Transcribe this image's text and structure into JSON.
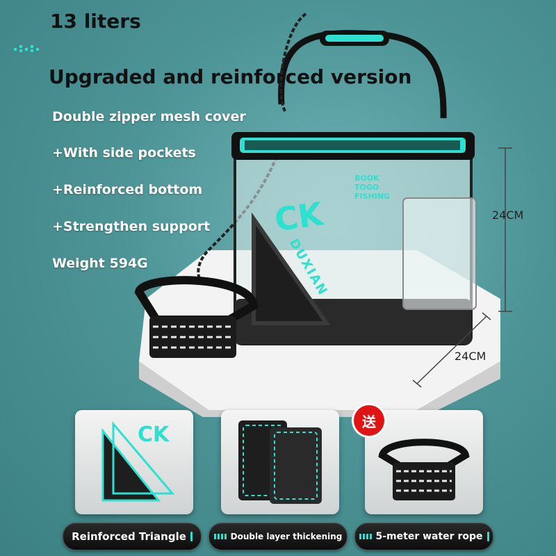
{
  "header": {
    "capacity": "13 liters",
    "tagline": "Upgraded and reinforced version"
  },
  "features": [
    "Double zipper mesh cover",
    "+With side pockets",
    "+Reinforced bottom",
    "+Strengthen support",
    "Weight 594G"
  ],
  "dimensions": {
    "height": "24CM",
    "depth": "24CM"
  },
  "product": {
    "brand_mark": "CK",
    "brand_name": "DUXIAN",
    "pocket_text_1": "BOOK",
    "pocket_text_2": "TOGO",
    "pocket_text_3": "FISHING"
  },
  "bottom_panels": [
    {
      "label": "Reinforced Triangle"
    },
    {
      "label": "Double layer thickening"
    },
    {
      "label": "5-meter water rope"
    }
  ],
  "gift_badge": "送",
  "colors": {
    "accent": "#2ee0cf",
    "background": "#4d9497",
    "gift": "#e01414"
  }
}
